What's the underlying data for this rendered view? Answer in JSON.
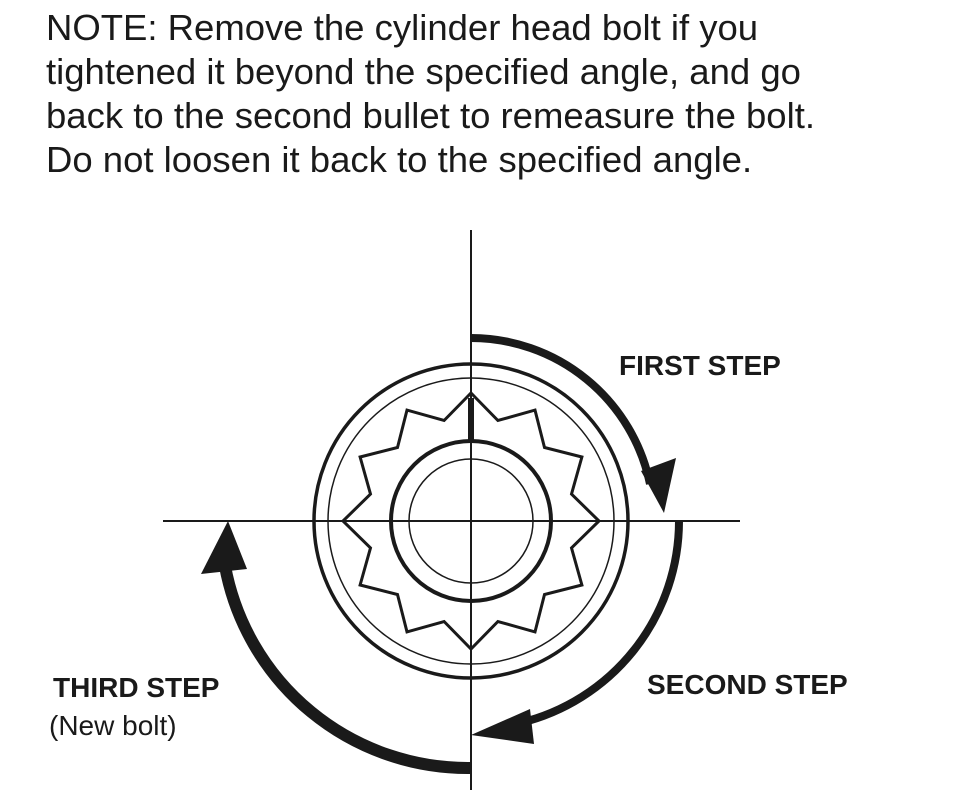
{
  "note": {
    "lines": [
      "NOTE: Remove the cylinder head bolt if you",
      "tightened it beyond the specified angle, and go",
      "back to the second bullet to remeasure the bolt.",
      "Do not loosen it back to the specified angle."
    ]
  },
  "steps": {
    "first": {
      "label": "FIRST STEP"
    },
    "second": {
      "label": "SECOND STEP"
    },
    "third": {
      "label": "THIRD STEP",
      "sublabel": "(New bolt)"
    }
  },
  "colors": {
    "ink": "#1a1a1a",
    "background": "#ffffff"
  }
}
